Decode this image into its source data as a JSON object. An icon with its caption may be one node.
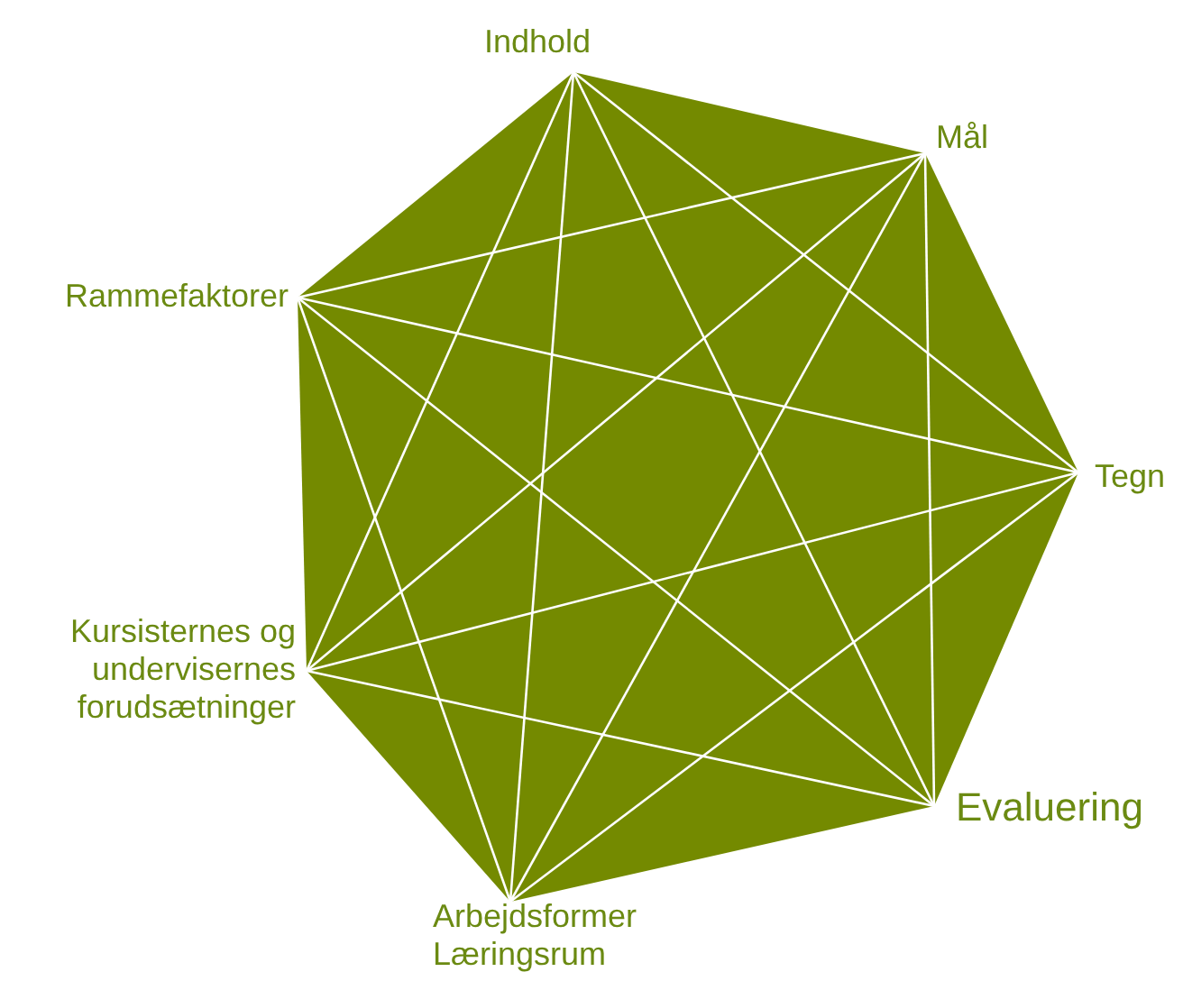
{
  "diagram": {
    "nodes": [
      {
        "text": [
          "Indhold"
        ]
      },
      {
        "text": [
          "Mål"
        ]
      },
      {
        "text": [
          "Rammefaktorer"
        ]
      },
      {
        "text": [
          "Tegn"
        ]
      },
      {
        "text": [
          "Kursisternes og undervisernes forudsætninger"
        ]
      },
      {
        "text": [
          "Evaluering"
        ]
      },
      {
        "text": [
          "Arbejdsformer Læringsrum"
        ]
      }
    ],
    "edges": [
      {
        "from": 0,
        "to": 3,
        "arrow": "none"
      },
      {
        "from": 0,
        "to": 5,
        "arrow": "none"
      },
      {
        "from": 0,
        "to": 6,
        "arrow": "none"
      },
      {
        "from": 0,
        "to": 4,
        "arrow": "none"
      },
      {
        "from": 1,
        "to": 5,
        "arrow": "none"
      },
      {
        "from": 1,
        "to": 6,
        "arrow": "none"
      },
      {
        "from": 1,
        "to": 4,
        "arrow": "none"
      },
      {
        "from": 1,
        "to": 2,
        "arrow": "none"
      },
      {
        "from": 3,
        "to": 6,
        "arrow": "none"
      },
      {
        "from": 3,
        "to": 4,
        "arrow": "none"
      },
      {
        "from": 3,
        "to": 2,
        "arrow": "none"
      },
      {
        "from": 5,
        "to": 4,
        "arrow": "none"
      },
      {
        "from": 5,
        "to": 2,
        "arrow": "none"
      },
      {
        "from": 6,
        "to": 2,
        "arrow": "none"
      }
    ]
  }
}
